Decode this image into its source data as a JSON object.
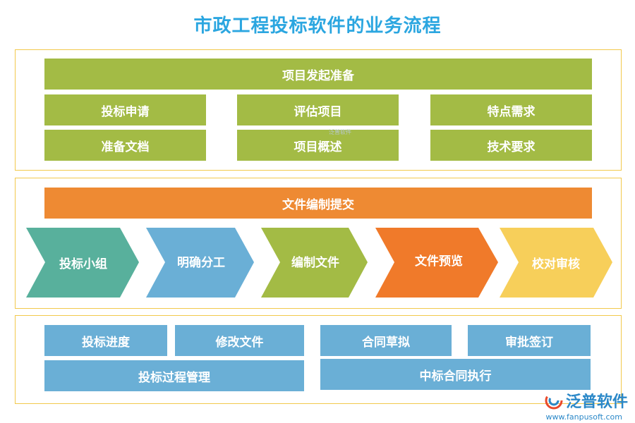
{
  "title": "市政工程投标软件的业务流程",
  "section1": {
    "header": "项目发起准备",
    "items": [
      "投标申请",
      "评估项目",
      "特点需求",
      "准备文档",
      "项目概述",
      "技术要求"
    ]
  },
  "section2": {
    "header": "文件编制提交",
    "steps": [
      {
        "label": "投标小组",
        "color": "#58b09c"
      },
      {
        "label": "明确分工",
        "color": "#6aafd6"
      },
      {
        "label": "编制文件",
        "color": "#a3bb45"
      },
      {
        "label": "文件预览",
        "color": "#f07a2a"
      },
      {
        "label": "校对审核",
        "color": "#f7cf5a"
      }
    ]
  },
  "section3": {
    "items": [
      "投标进度",
      "修改文件",
      "合同草拟",
      "审批签订",
      "投标过程管理",
      "中标合同执行"
    ]
  },
  "watermark": "泛普软件",
  "logo": {
    "text": "泛普软件",
    "url": "www.fanpusoft.com",
    "color": "#2b88c8"
  }
}
